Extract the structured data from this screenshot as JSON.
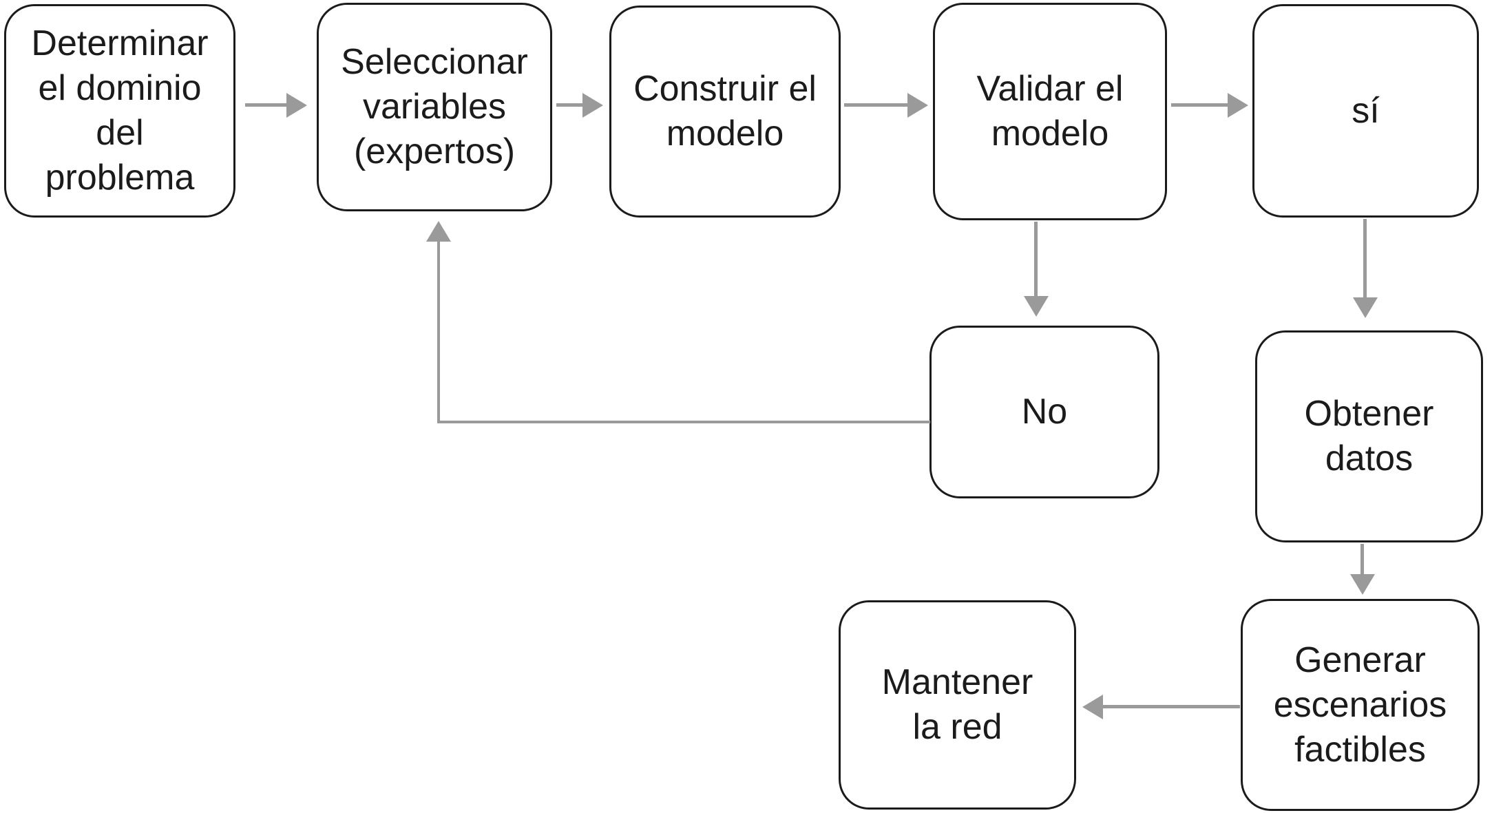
{
  "diagram": {
    "type": "flowchart",
    "language": "es",
    "colors": {
      "background": "#ffffff",
      "node_border": "#1b1b1b",
      "node_fill": "#ffffff",
      "text": "#1b1b1b",
      "arrow": "#9a9a9a"
    },
    "nodes": [
      {
        "id": "determinar",
        "label": "Determinar\nel dominio\ndel\nproblema"
      },
      {
        "id": "seleccionar",
        "label": "Seleccionar\nvariables\n(expertos)"
      },
      {
        "id": "construir",
        "label": "Construir el\nmodelo"
      },
      {
        "id": "validar",
        "label": "Validar el\nmodelo"
      },
      {
        "id": "si",
        "label": "sí"
      },
      {
        "id": "no",
        "label": "No"
      },
      {
        "id": "obtener",
        "label": "Obtener\ndatos"
      },
      {
        "id": "generar",
        "label": "Generar\nescenarios\nfactibles"
      },
      {
        "id": "mantener",
        "label": "Mantener\nla red"
      }
    ],
    "edges": [
      {
        "from": "determinar",
        "to": "seleccionar",
        "shape": "straight-right"
      },
      {
        "from": "seleccionar",
        "to": "construir",
        "shape": "straight-right"
      },
      {
        "from": "construir",
        "to": "validar",
        "shape": "straight-right"
      },
      {
        "from": "validar",
        "to": "si",
        "shape": "straight-right"
      },
      {
        "from": "validar",
        "to": "no",
        "shape": "straight-down"
      },
      {
        "from": "si",
        "to": "obtener",
        "shape": "straight-down"
      },
      {
        "from": "no",
        "to": "seleccionar",
        "shape": "elbow-left-then-up"
      },
      {
        "from": "obtener",
        "to": "generar",
        "shape": "straight-down"
      },
      {
        "from": "generar",
        "to": "mantener",
        "shape": "straight-left"
      }
    ]
  }
}
